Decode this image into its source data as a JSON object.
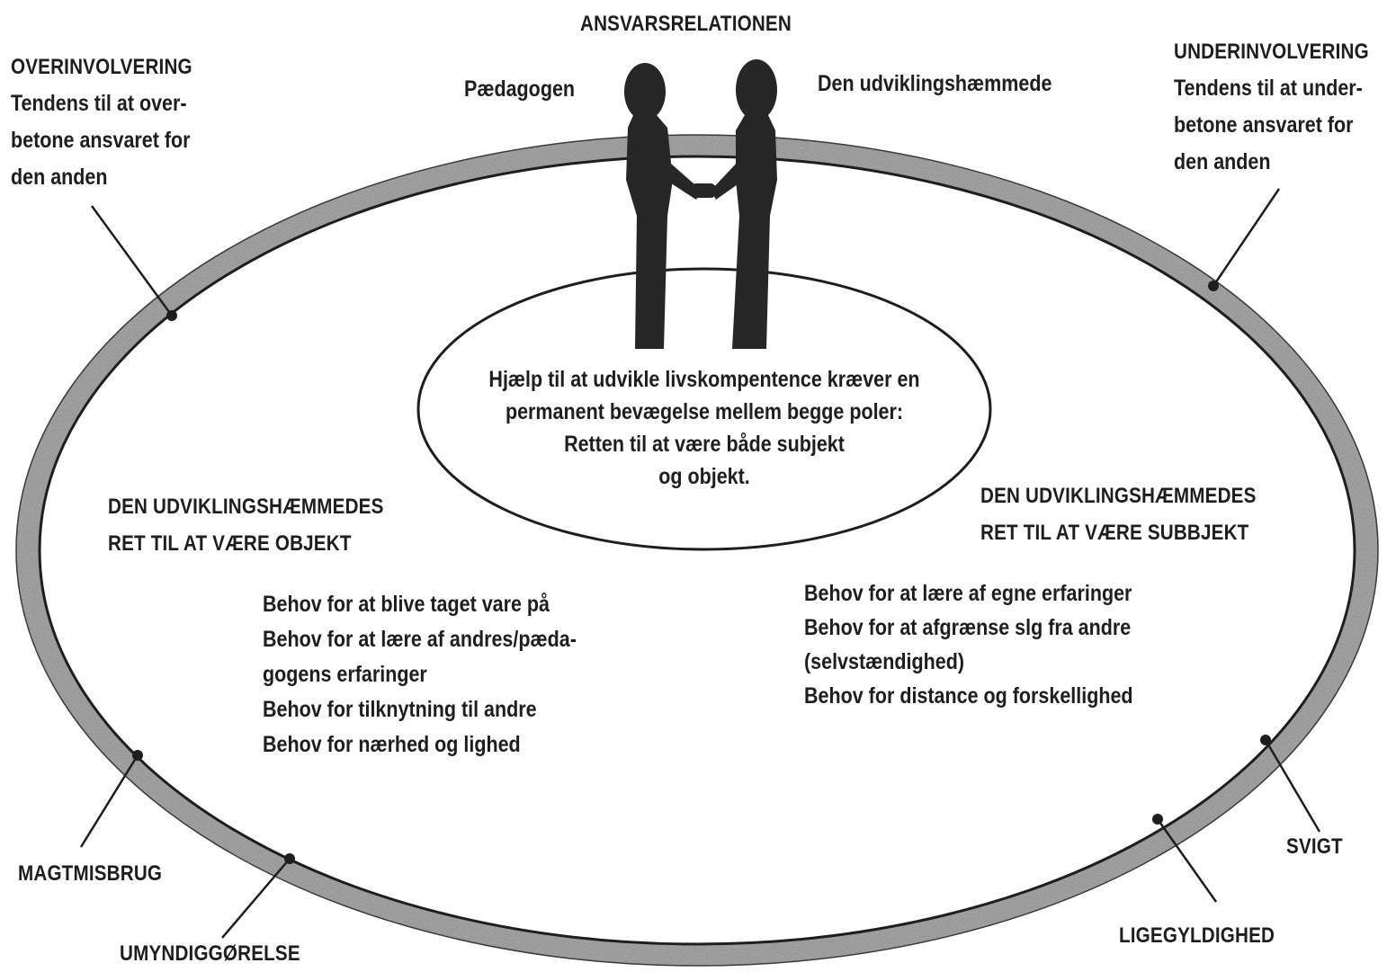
{
  "title": "ANSVARSRELATIONEN",
  "figures": {
    "left_label": "Pædagogen",
    "right_label": "Den udviklingshæmmede"
  },
  "top_left": {
    "heading": "OVERINVOLVERING",
    "lines": [
      "Tendens til at over-",
      "betone ansvaret for",
      "den anden"
    ]
  },
  "top_right": {
    "heading": "UNDERINVOLVERING",
    "lines": [
      "Tendens til at under-",
      "betone ansvaret for",
      "den anden"
    ]
  },
  "center_text": [
    "Hjælp til at udvikle livskompentence kræver en",
    "permanent bevægelse mellem begge poler:",
    "Retten til at være både subjekt",
    "og objekt."
  ],
  "left_pole": {
    "heading": [
      "DEN UDVIKLINGSHÆMMEDES",
      "RET TIL AT VÆRE OBJEKT"
    ],
    "needs": [
      "Behov for at blive taget vare på",
      "Behov for at lære af andres/pæda-",
      "gogens erfaringer",
      "Behov for tilknytning til andre",
      "Behov for nærhed og lighed"
    ]
  },
  "right_pole": {
    "heading": [
      "DEN UDVIKLINGSHÆMMEDES",
      "RET TIL AT VÆRE SUBBJEKT"
    ],
    "needs": [
      "Behov for at lære af egne erfaringer",
      "Behov for at afgrænse slg fra andre",
      "(selvstændighed)",
      "Behov for distance og forskellighed"
    ]
  },
  "pitfalls": {
    "bottom_left_1": "MAGTMISBRUG",
    "bottom_left_2": "UMYNDIGGØRELSE",
    "bottom_right_1": "SVIGT",
    "bottom_right_2": "LIGEGYLDIGHED"
  },
  "colors": {
    "ink": "#1e1e1e",
    "ring_fill": "#8f8f8f",
    "figure_fill": "#262626"
  }
}
